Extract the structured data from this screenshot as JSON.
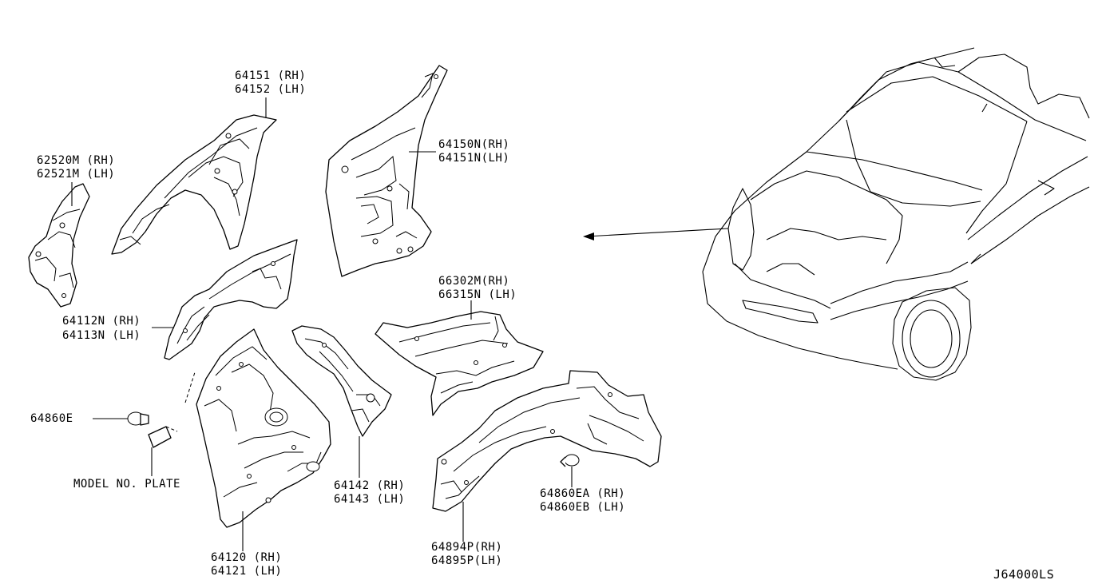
{
  "diagram": {
    "parts": [
      {
        "id": "hoodledge-upper",
        "labels": [
          "64151 (RH)",
          "64152 (LH)"
        ]
      },
      {
        "id": "hoodledge-rear",
        "labels": [
          "64150N(RH)",
          "64151N(LH)"
        ]
      },
      {
        "id": "bracket",
        "labels": [
          "62520M (RH)",
          "62521M (LH)"
        ]
      },
      {
        "id": "hoodledge-reinf",
        "labels": [
          "64112N (RH)",
          "64113N (LH)"
        ]
      },
      {
        "id": "member",
        "labels": [
          "66302M(RH)",
          "66315N (LH)"
        ]
      },
      {
        "id": "plug",
        "labels": [
          "64860E"
        ]
      },
      {
        "id": "plate",
        "labels": [
          "MODEL NO. PLATE"
        ]
      },
      {
        "id": "hoodledge-lower",
        "labels": [
          "64142 (RH)",
          "64143 (LH)"
        ]
      },
      {
        "id": "plug-side",
        "labels": [
          "64860EA (RH)",
          "64860EB (LH)"
        ]
      },
      {
        "id": "housing",
        "labels": [
          "64120 (RH)",
          "64121 (LH)"
        ]
      },
      {
        "id": "side-panel",
        "labels": [
          "64894P(RH)",
          "64895P(LH)"
        ]
      }
    ],
    "diagram_code": "J64000LS"
  }
}
